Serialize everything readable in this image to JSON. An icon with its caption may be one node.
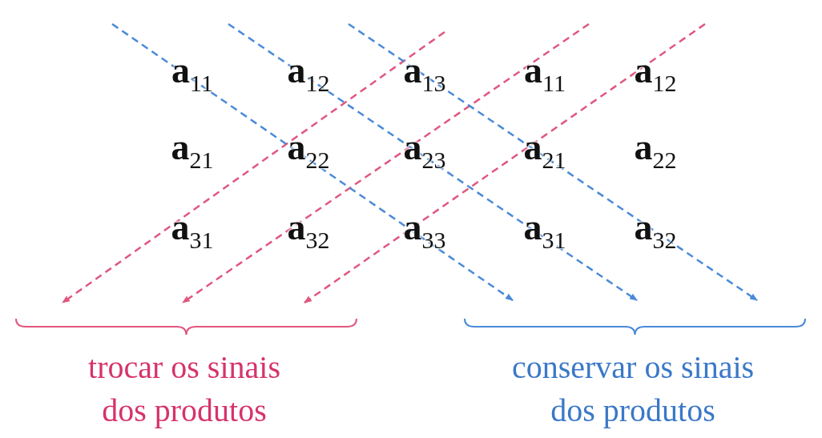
{
  "diagram": {
    "labels": [
      "a$_{11}$",
      "a$_{12}$",
      "a$_{13}$",
      "a$_{11}$",
      "a$_{12}$",
      "a$_{21}$",
      "a$_{22}$",
      "a$_{23}$",
      "a$_{21}$",
      "a$_{22}$",
      "a$_{31}$",
      "a$_{32}$",
      "a$_{33}$",
      "a$_{31}$",
      "a$_{32}$",
      "trocar os sinais dos produtos",
      "conservar os sinais dos produtos"
    ]
  }
}
